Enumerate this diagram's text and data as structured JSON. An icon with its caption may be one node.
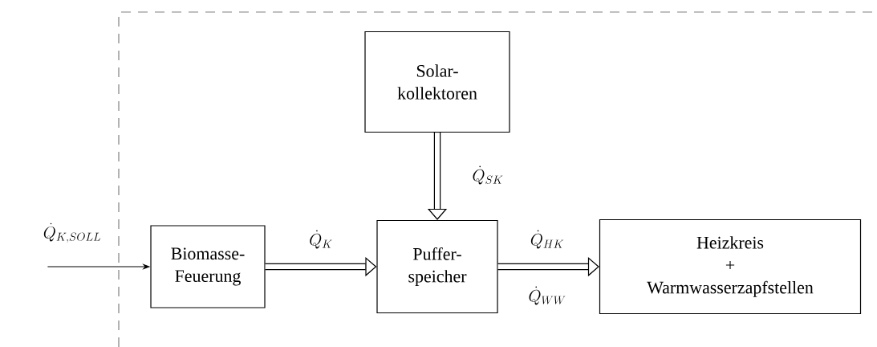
{
  "diagram": {
    "nodes": [
      {
        "text": [
          "Solar- kollektoren"
        ]
      },
      {
        "text": [
          "Biomasse- Feuerung"
        ]
      },
      {
        "text": [
          "Puffer- speicher"
        ]
      },
      {
        "text": [
          "Heizkreis",
          "+",
          "Warmwasserzapfstellen"
        ]
      }
    ],
    "edges": [
      {
        "from": null,
        "to": 1,
        "arrow": "to",
        "label": "\\dot{Q}_{K,SOLL}"
      },
      {
        "from": 1,
        "to": 2,
        "arrow": "to",
        "label": "\\dot{Q}_{K}"
      },
      {
        "from": 0,
        "to": 2,
        "arrow": "to",
        "label": "\\dot{Q}_{SK}"
      },
      {
        "from": 2,
        "to": 3,
        "arrow": "to",
        "label": "\\dot{Q}_{HK}"
      }
    ],
    "labels": [
      "\\dot{Q}_{WW}"
    ]
  }
}
